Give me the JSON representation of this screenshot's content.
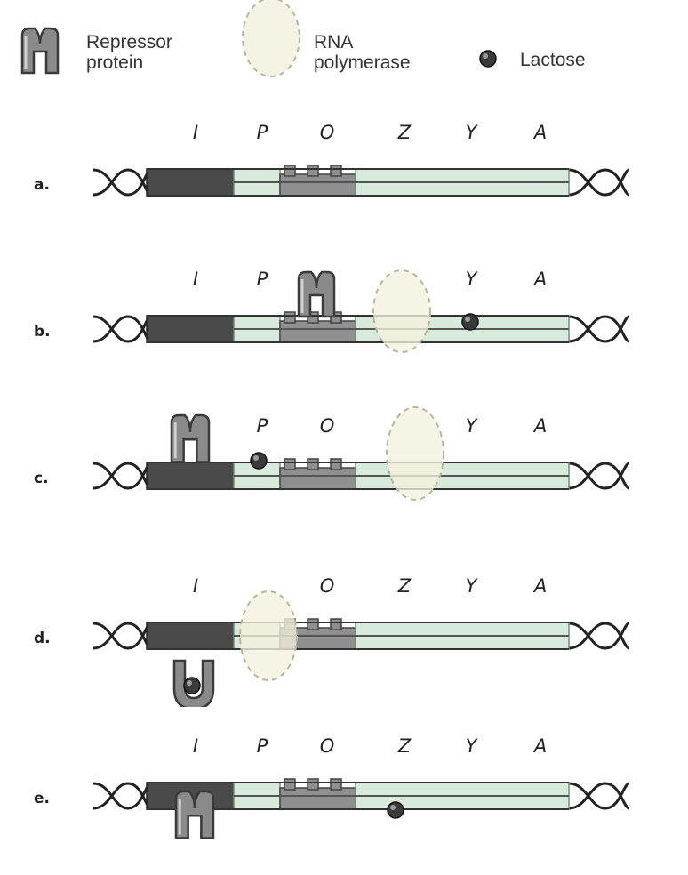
{
  "legend": {
    "repressor_label": "Repressor\nprotein",
    "polymerase_label": "RNA\npolymerase",
    "lactose_label": "Lactose"
  },
  "colors": {
    "regulatory_gene_dark": "#4a4a4a",
    "gene_region_green": "#d8eadb",
    "operator_grey": "#8f8f8f",
    "repressor_grey": "#8a8a8a",
    "polymerase_fill": "#f3f1de",
    "polymerase_outline": "#b7b79a",
    "lactose_dark": "#3a3a3a",
    "dna_strand": "#222222"
  },
  "panels": [
    {
      "id": "a",
      "label": "a.",
      "genes": [
        "I",
        "P",
        "O",
        "Z",
        "Y",
        "A"
      ],
      "repressor": "none",
      "polymerase": "none",
      "lactose": "none"
    },
    {
      "id": "b",
      "label": "b.",
      "genes": [
        "I",
        "P",
        "",
        "",
        "Y",
        "A"
      ],
      "repressor": "on-operator",
      "polymerase": "blocked-before-Z",
      "lactose": "free-near-Y"
    },
    {
      "id": "c",
      "label": "c.",
      "genes": [
        "",
        "P",
        "O",
        "",
        "Y",
        "A"
      ],
      "repressor": "on-I-gene",
      "polymerase": "over-Z",
      "lactose": "near-P"
    },
    {
      "id": "d",
      "label": "d.",
      "genes": [
        "I",
        "",
        "O",
        "Z",
        "Y",
        "A"
      ],
      "repressor": "inverted-bound-to-lactose-below-I",
      "polymerase": "on-promoter",
      "lactose": "inside-repressor"
    },
    {
      "id": "e",
      "label": "e.",
      "genes": [
        "I",
        "P",
        "O",
        "Z",
        "Y",
        "A"
      ],
      "repressor": "below-I-gene",
      "polymerase": "none",
      "lactose": "free-below-Z"
    }
  ]
}
